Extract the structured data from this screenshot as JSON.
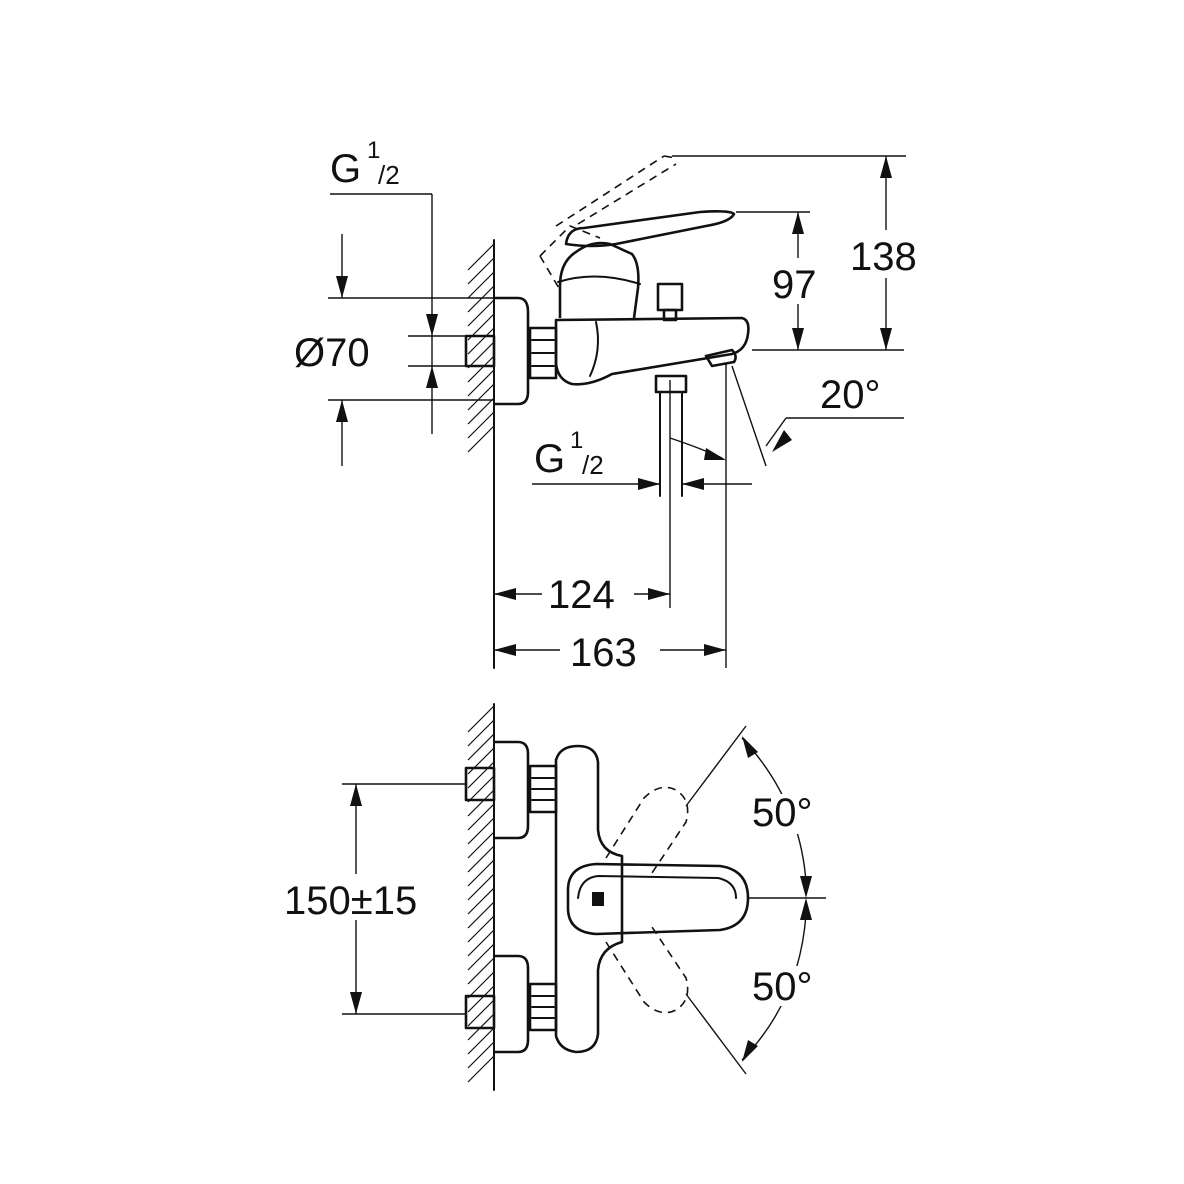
{
  "side_view": {
    "thread_left": {
      "main": "G",
      "sup": "1",
      "sub": "/2"
    },
    "diameter": "Ø70",
    "height_lever": "97",
    "height_total": "138",
    "spout_angle": "20°",
    "thread_bottom": {
      "main": "G",
      "sup": "1",
      "sub": "/2"
    },
    "projection_outlet": "124",
    "projection_total": "163"
  },
  "front_view": {
    "centers": "150±15",
    "angle_up": "50°",
    "angle_down": "50°"
  }
}
